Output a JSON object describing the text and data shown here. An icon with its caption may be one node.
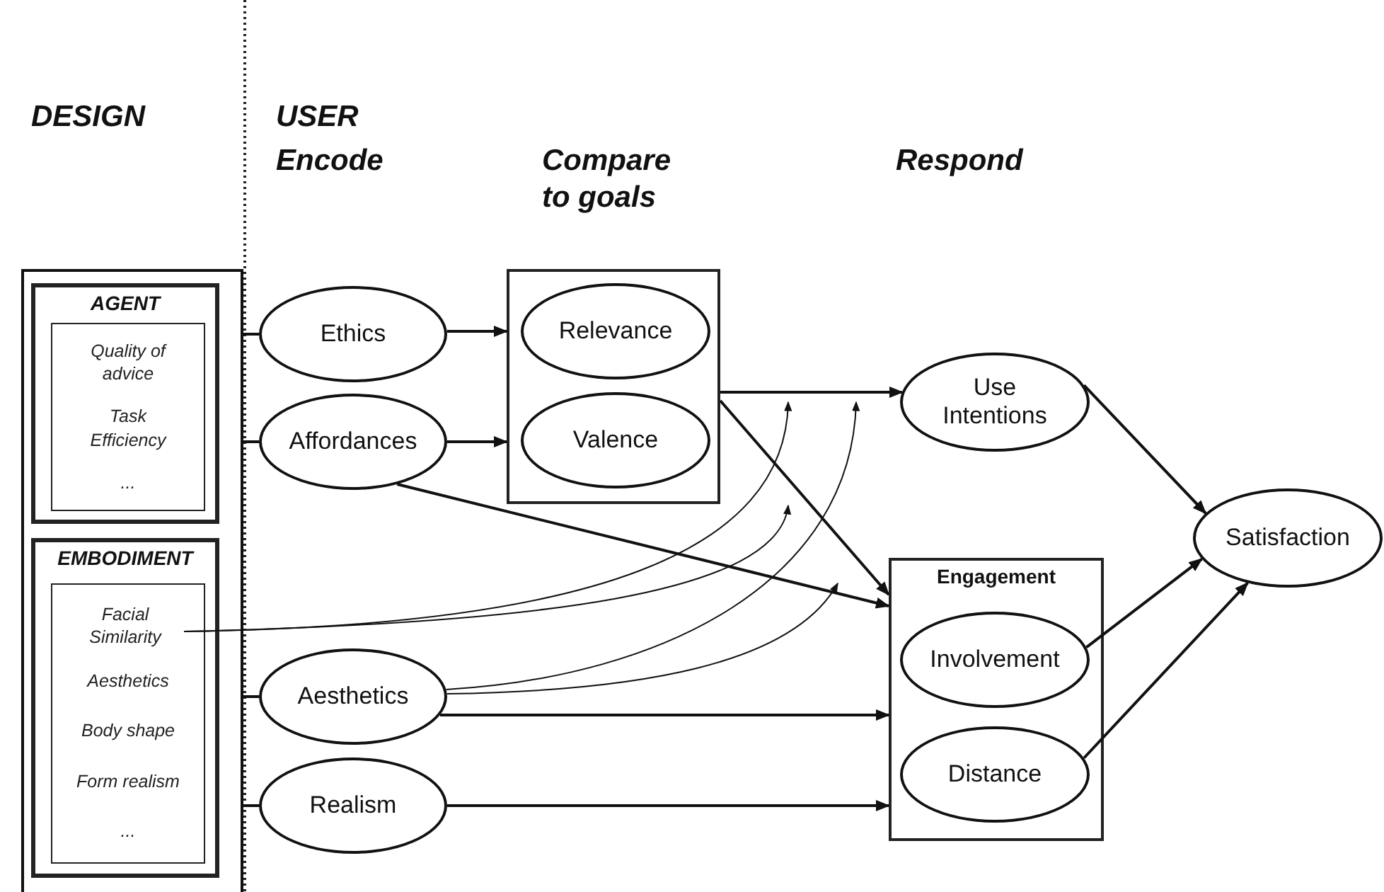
{
  "diagram": {
    "nodes": [
      {
        "text": [],
        "shape": "box"
      },
      {
        "text": [
          "AGENT"
        ],
        "in": 0
      },
      {
        "text": [
          "Quality of advice",
          "Task Efficiency",
          "..."
        ],
        "in": 1
      },
      {
        "text": [
          "EMBODIMENT"
        ],
        "in": 0
      },
      {
        "text": [
          "Aesthetics",
          "Body shape",
          "Form realism",
          "..."
        ],
        "in": 3
      },
      {
        "text": [
          "Facial Similarity"
        ],
        "in": 4
      },
      {
        "text": [
          "Ethics"
        ]
      },
      {
        "text": [
          "Affordances"
        ]
      },
      {
        "text": [
          "Aesthetics"
        ]
      },
      {
        "text": [
          "Realism"
        ]
      },
      {
        "text": [],
        "shape": "box"
      },
      {
        "text": [
          "Relevance"
        ],
        "in": 10
      },
      {
        "text": [
          "Valence"
        ],
        "in": 10
      },
      {
        "text": [
          "Use Intentions"
        ]
      },
      {
        "text": [
          "Engagement"
        ]
      },
      {
        "text": [
          "Involvement"
        ],
        "in": 14
      },
      {
        "text": [
          "Distance"
        ],
        "in": 14
      },
      {
        "text": [
          "Satisfaction"
        ]
      }
    ],
    "edges": [
      {
        "from": 0,
        "to": 6,
        "arrow": "none"
      },
      {
        "from": 0,
        "to": 7,
        "arrow": "none"
      },
      {
        "from": 0,
        "to": 8,
        "arrow": "none"
      },
      {
        "from": 0,
        "to": 9,
        "arrow": "none"
      },
      {
        "from": 6,
        "to": 10,
        "arrow": "to"
      },
      {
        "from": 7,
        "to": 10,
        "arrow": "to"
      },
      {
        "from": 10,
        "to": 13,
        "arrow": "to"
      },
      {
        "from": 10,
        "to": 14,
        "arrow": "to"
      },
      {
        "from": 7,
        "to": 14,
        "arrow": "to"
      },
      {
        "from": 5,
        "to": null,
        "arrow": "to"
      },
      {
        "from": 5,
        "to": null,
        "arrow": "to"
      },
      {
        "from": 8,
        "to": null,
        "arrow": "to"
      },
      {
        "from": 8,
        "to": null,
        "arrow": "to"
      },
      {
        "from": 8,
        "to": 14,
        "arrow": "to"
      },
      {
        "from": 9,
        "to": 14,
        "arrow": "to"
      },
      {
        "from": 13,
        "to": 17,
        "arrow": "to"
      },
      {
        "from": 15,
        "to": 17,
        "arrow": "to"
      },
      {
        "from": 16,
        "to": 17,
        "arrow": "to"
      }
    ],
    "labels": [
      "DESIGN",
      "USER",
      "Encode",
      "Compare to goals",
      "Respond"
    ]
  }
}
